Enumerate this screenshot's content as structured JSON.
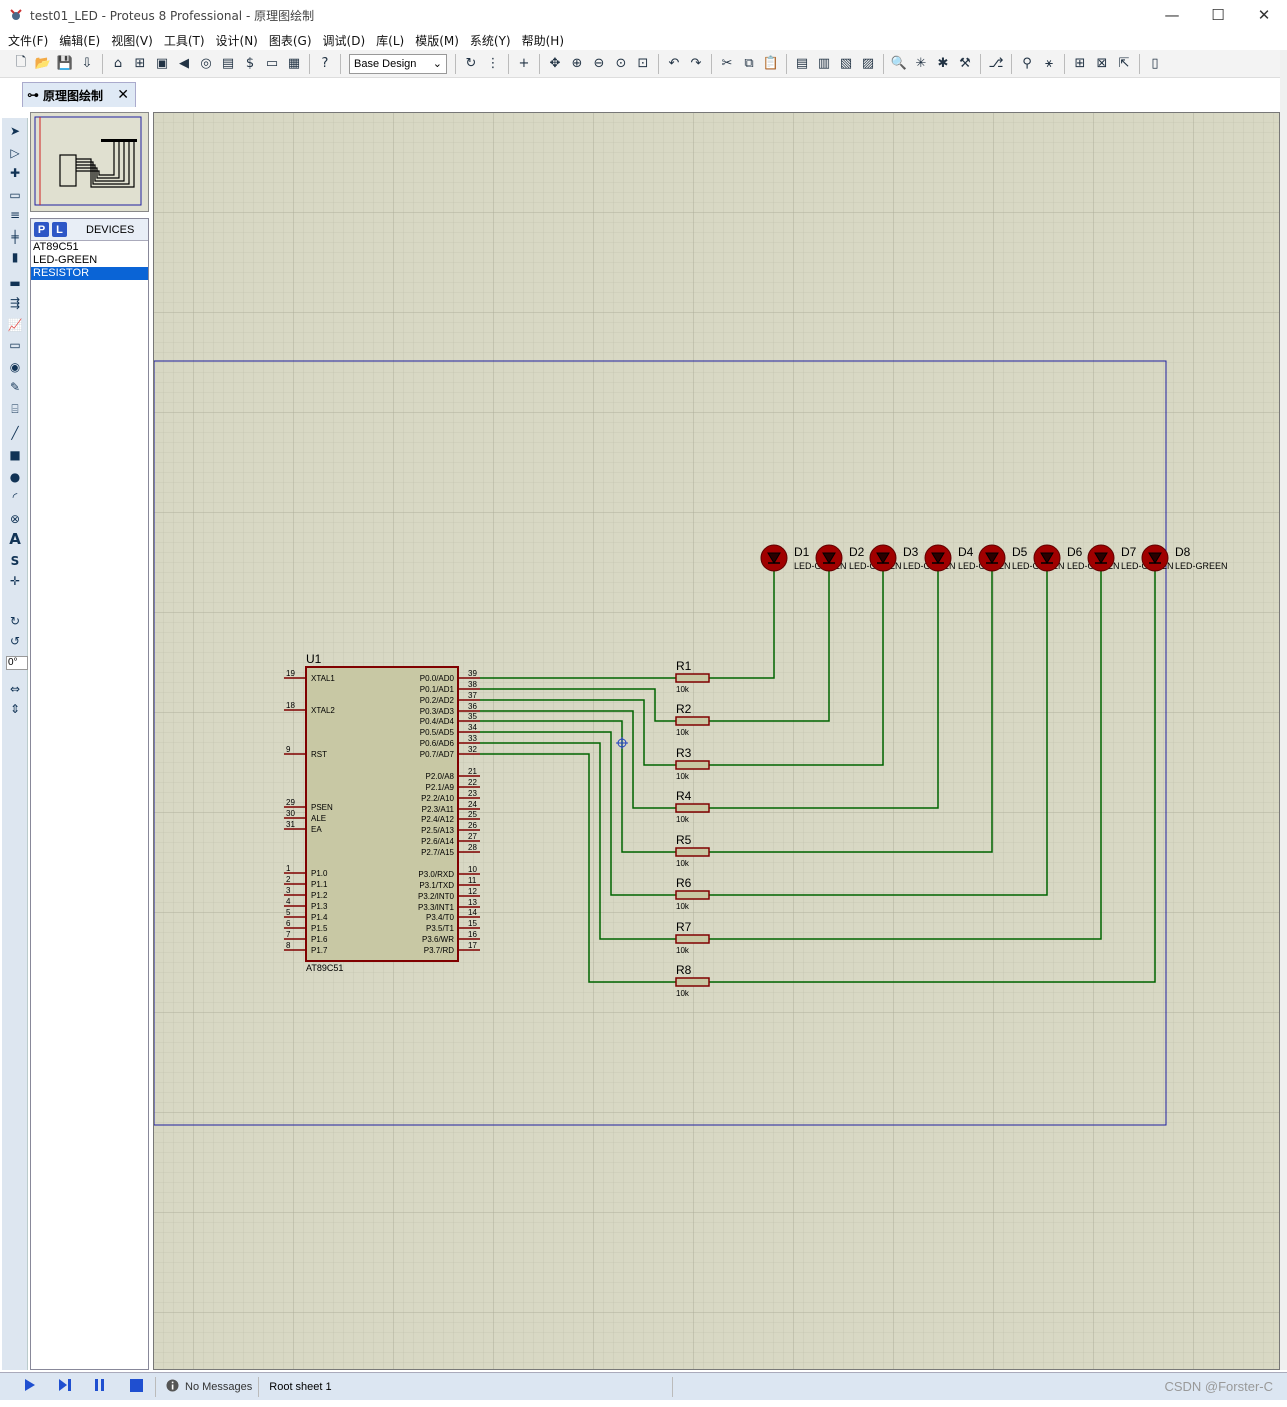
{
  "window": {
    "title": "test01_LED - Proteus 8 Professional - 原理图绘制",
    "controls": {
      "minimize": "—",
      "maximize": "☐",
      "close": "✕"
    }
  },
  "menu": [
    "文件(F)",
    "编辑(E)",
    "视图(V)",
    "工具(T)",
    "设计(N)",
    "图表(G)",
    "调试(D)",
    "库(L)",
    "模版(M)",
    "系统(Y)",
    "帮助(H)"
  ],
  "toolbar": {
    "design_variant": "Base Design"
  },
  "tab": {
    "label": "原理图绘制",
    "close": "✕"
  },
  "left_tools": {
    "angle": "0°",
    "text_tool": "A",
    "symbol_tool": "S"
  },
  "devices": {
    "p_button": "P",
    "l_button": "L",
    "header": "DEVICES",
    "items": [
      {
        "label": "AT89C51",
        "selected": false
      },
      {
        "label": "LED-GREEN",
        "selected": false
      },
      {
        "label": "RESISTOR",
        "selected": true
      }
    ]
  },
  "schematic": {
    "mcu": {
      "ref": "U1",
      "part": "AT89C51",
      "left_pins": [
        {
          "num": "19",
          "name": "XTAL1"
        },
        {
          "num": "18",
          "name": "XTAL2"
        },
        {
          "num": "9",
          "name": "RST"
        },
        {
          "num": "29",
          "name": "PSEN"
        },
        {
          "num": "30",
          "name": "ALE"
        },
        {
          "num": "31",
          "name": "EA"
        },
        {
          "num": "1",
          "name": "P1.0"
        },
        {
          "num": "2",
          "name": "P1.1"
        },
        {
          "num": "3",
          "name": "P1.2"
        },
        {
          "num": "4",
          "name": "P1.3"
        },
        {
          "num": "5",
          "name": "P1.4"
        },
        {
          "num": "6",
          "name": "P1.5"
        },
        {
          "num": "7",
          "name": "P1.6"
        },
        {
          "num": "8",
          "name": "P1.7"
        }
      ],
      "right_pins": [
        {
          "num": "39",
          "name": "P0.0/AD0"
        },
        {
          "num": "38",
          "name": "P0.1/AD1"
        },
        {
          "num": "37",
          "name": "P0.2/AD2"
        },
        {
          "num": "36",
          "name": "P0.3/AD3"
        },
        {
          "num": "35",
          "name": "P0.4/AD4"
        },
        {
          "num": "34",
          "name": "P0.5/AD5"
        },
        {
          "num": "33",
          "name": "P0.6/AD6"
        },
        {
          "num": "32",
          "name": "P0.7/AD7"
        },
        {
          "num": "21",
          "name": "P2.0/A8"
        },
        {
          "num": "22",
          "name": "P2.1/A9"
        },
        {
          "num": "23",
          "name": "P2.2/A10"
        },
        {
          "num": "24",
          "name": "P2.3/A11"
        },
        {
          "num": "25",
          "name": "P2.4/A12"
        },
        {
          "num": "26",
          "name": "P2.5/A13"
        },
        {
          "num": "27",
          "name": "P2.6/A14"
        },
        {
          "num": "28",
          "name": "P2.7/A15"
        },
        {
          "num": "10",
          "name": "P3.0/RXD"
        },
        {
          "num": "11",
          "name": "P3.1/TXD"
        },
        {
          "num": "12",
          "name": "P3.2/INT0"
        },
        {
          "num": "13",
          "name": "P3.3/INT1"
        },
        {
          "num": "14",
          "name": "P3.4/T0"
        },
        {
          "num": "15",
          "name": "P3.5/T1"
        },
        {
          "num": "16",
          "name": "P3.6/WR"
        },
        {
          "num": "17",
          "name": "P3.7/RD"
        }
      ]
    },
    "resistors": [
      {
        "ref": "R1",
        "value": "10k"
      },
      {
        "ref": "R2",
        "value": "10k"
      },
      {
        "ref": "R3",
        "value": "10k"
      },
      {
        "ref": "R4",
        "value": "10k"
      },
      {
        "ref": "R5",
        "value": "10k"
      },
      {
        "ref": "R6",
        "value": "10k"
      },
      {
        "ref": "R7",
        "value": "10k"
      },
      {
        "ref": "R8",
        "value": "10k"
      }
    ],
    "leds": [
      {
        "ref": "D1",
        "part": "LED-GREEN"
      },
      {
        "ref": "D2",
        "part": "LED-GREEN"
      },
      {
        "ref": "D3",
        "part": "LED-GREEN"
      },
      {
        "ref": "D4",
        "part": "LED-GREEN"
      },
      {
        "ref": "D5",
        "part": "LED-GREEN"
      },
      {
        "ref": "D6",
        "part": "LED-GREEN"
      },
      {
        "ref": "D7",
        "part": "LED-GREEN"
      },
      {
        "ref": "D8",
        "part": "LED-GREEN"
      }
    ]
  },
  "status": {
    "messages": "No Messages",
    "sheet": "Root sheet 1",
    "watermark": "CSDN @Forster-C"
  },
  "colors": {
    "grid_bg": "#d8d8c4",
    "component_outline": "#800000",
    "component_fill": "#c8c8a4",
    "wire": "#006400",
    "sheet_border": "#2020a0"
  }
}
